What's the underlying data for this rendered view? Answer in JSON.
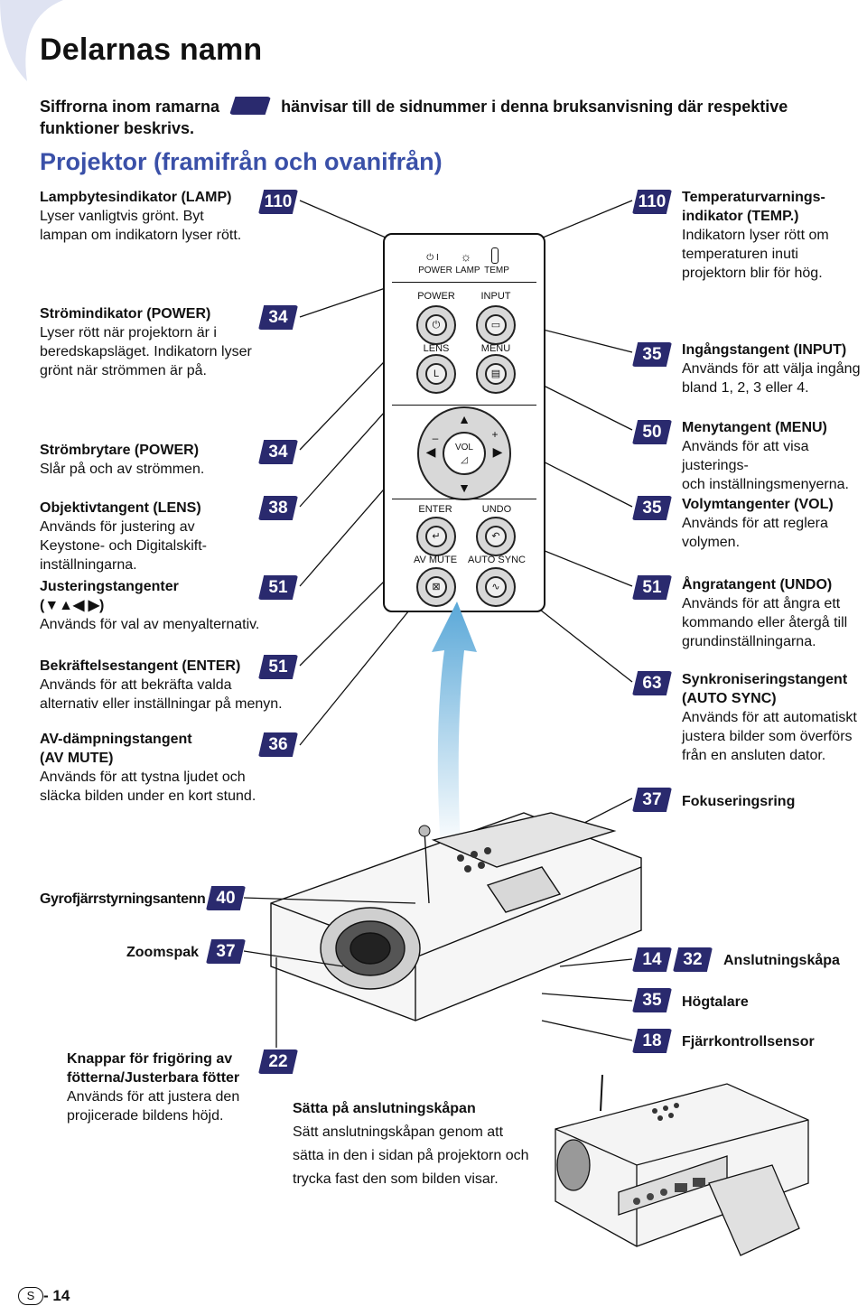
{
  "page": {
    "title": "Delarnas namn",
    "intro_part1": "Siffrorna inom ramarna",
    "intro_part2": "hänvisar till de sidnummer i denna bruksanvisning där respektive",
    "intro_line2": "funktioner beskrivs.",
    "section_title": "Projektor (framifrån och ovanifrån)",
    "page_number": "14",
    "page_prefix": "S"
  },
  "left": [
    {
      "title": "Lampbytesindikator (LAMP)",
      "lines": [
        "Lyser vanligtvis grönt. Byt",
        "lampan om indikatorn lyser rött."
      ],
      "page": "110"
    },
    {
      "title": "Strömindikator (POWER)",
      "lines": [
        "Lyser rött när projektorn är i",
        "beredskapsläget. Indikatorn lyser",
        "grönt när strömmen är på."
      ],
      "page": "34"
    },
    {
      "title": "Strömbrytare (POWER)",
      "lines": [
        "Slår på och av strömmen."
      ],
      "page": "34"
    },
    {
      "title": "Objektivtangent (LENS)",
      "lines": [
        "Används för justering av",
        "Keystone- och Digitalskift-",
        "inställningarna."
      ],
      "page": "38"
    },
    {
      "title": "Justeringstangenter",
      "title2": "(▼▲◀ ▶)",
      "lines": [
        "Används för val av menyalternativ."
      ],
      "page": "51"
    },
    {
      "title": "Bekräftelsestangent (ENTER)",
      "lines": [
        "Används för att bekräfta valda",
        "alternativ eller inställningar på menyn."
      ],
      "page": "51"
    },
    {
      "title": "AV-dämpningstangent",
      "title2": "(AV MUTE)",
      "lines": [
        "Används för att tystna ljudet och",
        "släcka bilden under en kort stund."
      ],
      "page": "36"
    }
  ],
  "right": [
    {
      "title": "Temperaturvarnings-",
      "title2": "indikator (TEMP.)",
      "lines": [
        "Indikatorn lyser rött om",
        "temperaturen inuti",
        "projektorn blir för hög."
      ],
      "page": "110"
    },
    {
      "title": "Ingångstangent (INPUT)",
      "lines": [
        "Används för att välja ingång",
        "bland 1, 2, 3 eller 4."
      ],
      "page": "35"
    },
    {
      "title": "Menytangent (MENU)",
      "lines": [
        "Används för att visa justerings-",
        "och inställningsmenyerna."
      ],
      "page": "50"
    },
    {
      "title": "Volymtangenter (VOL)",
      "lines": [
        "Används för att reglera",
        "volymen."
      ],
      "page": "35"
    },
    {
      "title": "Ångratangent (UNDO)",
      "lines": [
        "Används för att ångra ett",
        "kommando eller återgå till",
        "grundinställningarna."
      ],
      "page": "51"
    },
    {
      "title": "Synkroniseringstangent",
      "title2": "(AUTO SYNC)",
      "lines": [
        "Används för att automatiskt",
        "justera bilder som överförs",
        "från en ansluten dator."
      ],
      "page": "63"
    },
    {
      "title": "Fokuseringsring",
      "lines": [],
      "page": "37"
    }
  ],
  "panel": {
    "ind_power": "POWER",
    "ind_lamp": "LAMP",
    "ind_temp": "TEMP",
    "btn_power": "POWER",
    "btn_input": "INPUT",
    "btn_lens": "LENS",
    "btn_menu": "MENU",
    "vol": "VOL",
    "btn_enter": "ENTER",
    "btn_undo": "UNDO",
    "btn_avmute": "AV MUTE",
    "btn_autosync": "AUTO SYNC"
  },
  "bottom": {
    "gyro": {
      "title": "Gyrofjärrstyrningsantenn",
      "page": "40"
    },
    "zoom": {
      "title": "Zoomspak",
      "page": "37"
    },
    "feet": {
      "title": "Knappar för frigöring av",
      "title2": "fötterna/Justerbara fötter",
      "lines": [
        "Används för att justera den",
        "projicerade bildens höjd."
      ],
      "page": "22"
    },
    "cover": {
      "title": "Anslutningskåpa",
      "page1": "14",
      "page2": "32"
    },
    "speaker": {
      "title": "Högtalare",
      "page": "35"
    },
    "sensor": {
      "title": "Fjärrkontrollsensor",
      "page": "18"
    },
    "attach": {
      "title": "Sätta på anslutningskåpan",
      "lines": [
        "Sätt anslutningskåpan genom att",
        "sätta in den i sidan på projektorn och",
        "trycka fast den som bilden visar."
      ]
    }
  },
  "colors": {
    "accent": "#3a50a8",
    "badge": "#2a2a6e"
  }
}
